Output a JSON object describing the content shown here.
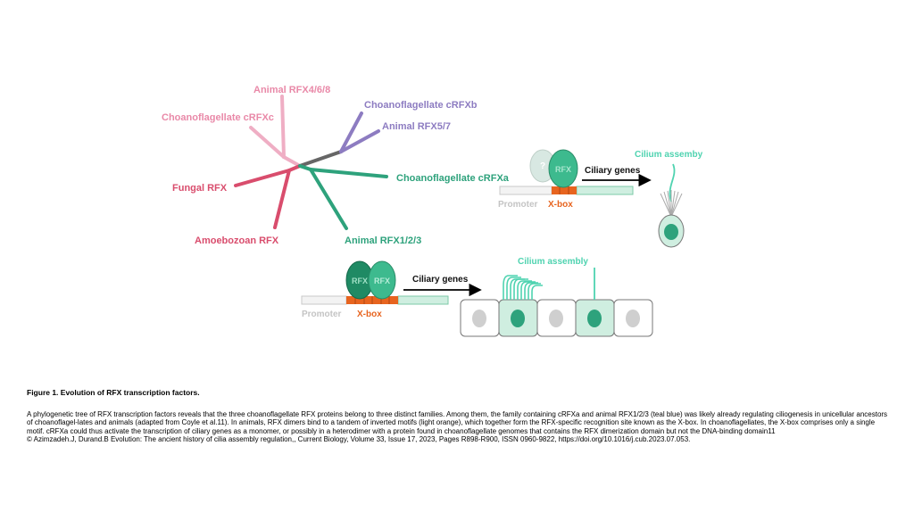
{
  "tree": {
    "labels": {
      "animal_rfx468": "Animal RFX4/6/8",
      "choano_cfrxc": "Choanoflagellate cRFXc",
      "choano_cfrxb": "Choanoflagellate cRFXb",
      "animal_rfx57": "Animal RFX5/7",
      "choano_cfrxa": "Choanoflagellate cRFXa",
      "fungal_rfx": "Fungal RFX",
      "amoebozoan_rfx": "Amoebozoan  RFX",
      "animal_rfx123": "Animal RFX1/2/3"
    },
    "colors": {
      "pink_light": "#efaec4",
      "pink": "#e989a8",
      "red": "#d94d6d",
      "purple": "#8d7cc1",
      "teal": "#2ea27c",
      "gray": "#666666"
    }
  },
  "top_panel": {
    "unknown_mark": "?",
    "rfx_label": "RFX",
    "genes_label": "Ciliary genes",
    "outcome_label": "Cilium assemby",
    "promoter_label": "Promoter",
    "xbox_label": "X-box"
  },
  "bottom_panel": {
    "rfx_left": "RFX",
    "rfx_right": "RFX",
    "genes_label": "Ciliary genes",
    "outcome_label": "Cilium assembly",
    "promoter_label": "Promoter",
    "xbox_label": "X-box"
  },
  "caption": {
    "title": "Figure 1. Evolution of RFX transcription factors.",
    "body": "A phylogenetic tree of RFX transcription factors reveals that the three choanoflagellate RFX proteins belong to three distinct families. Among them, the family containing cRFXa and animal RFX1/2/3 (teal blue) was likely already regulating ciliogenesis in unicellular ancestors of choanoflagel-lates and animals (adapted from Coyle et al.11). In animals, RFX dimers bind to a tandem of inverted motifs (light orange), which together form the RFX-specific recognition site known as the X-box. In choanoflagellates, the X-box comprises only a single motif. cRFXa could thus activate the transcription of ciliary genes as a monomer, or possibly in a heterodimer with a protein found in choanoflagellate genomes that contains the RFX dimerization domain but not the DNA-binding domain11",
    "credit": "© Azimzadeh.J, Durand.B Evolution: The ancient history of cilia assembly regulation,, Current Biology, Volume 33, Issue 17, 2023, Pages R898-R900, ISSN 0960-9822, https://doi.org/10.1016/j.cub.2023.07.053."
  }
}
